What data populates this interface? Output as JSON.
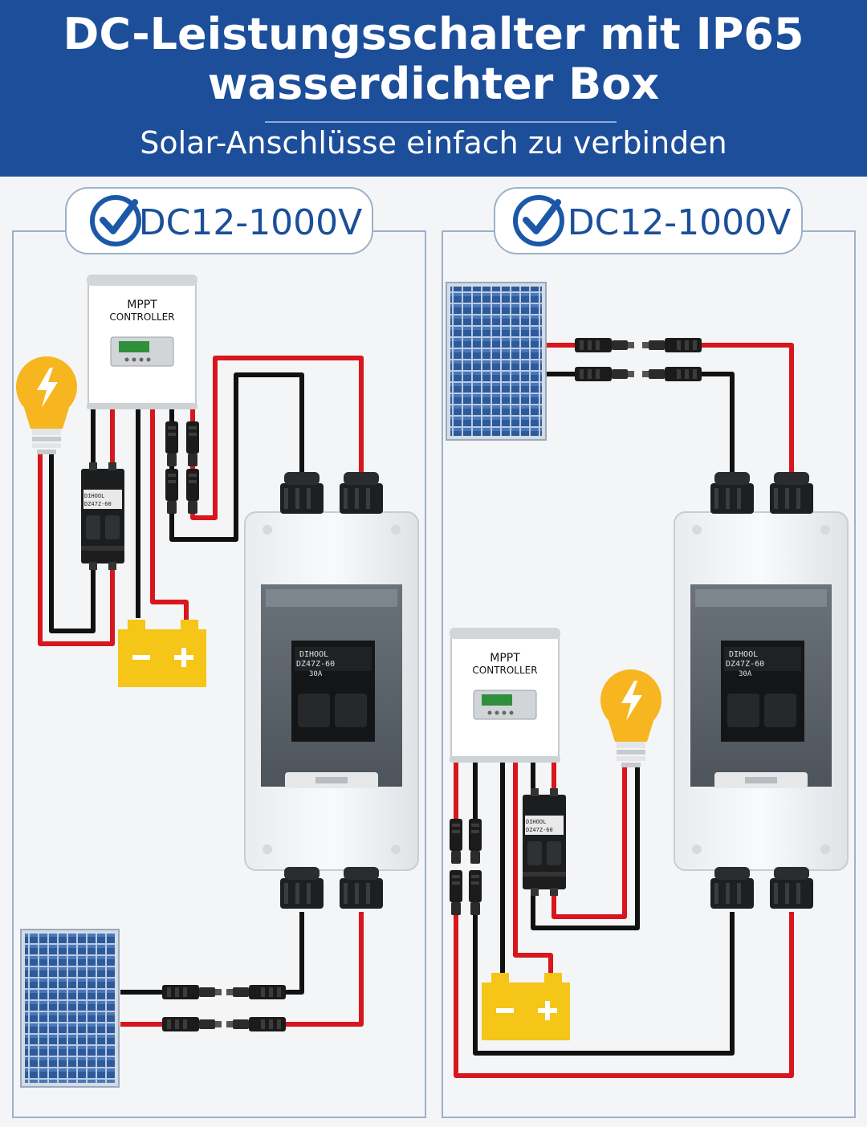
{
  "header": {
    "title": "DC-Leistungsschalter mit IP65 wasserdichter Box",
    "subtitle": "Solar-Anschlüsse einfach zu verbinden"
  },
  "panels": [
    {
      "voltage_label": "DC12-1000V",
      "controller_line1": "MPPT",
      "controller_line2": "CONTROLLER",
      "breaker_brand": "DIHOOL",
      "breaker_model": "DZ47Z-60",
      "breaker_rating": "30A"
    },
    {
      "voltage_label": "DC12-1000V",
      "controller_line1": "MPPT",
      "controller_line2": "CONTROLLER",
      "breaker_brand": "DIHOOL",
      "breaker_model": "DZ47Z-60",
      "breaker_rating": "30A"
    }
  ],
  "colors": {
    "header_bg": "#1d4e9a",
    "wire_red": "#d8161e",
    "wire_black": "#111111",
    "battery": "#f5c518",
    "bulb": "#f7b520",
    "check_icon": "#1b58a8"
  },
  "icons": [
    "check-circle-icon",
    "light-bulb-icon",
    "battery-icon",
    "solar-panel-icon",
    "mc4-connector-icon",
    "mppt-controller-icon",
    "circuit-breaker-icon",
    "waterproof-box-icon"
  ]
}
